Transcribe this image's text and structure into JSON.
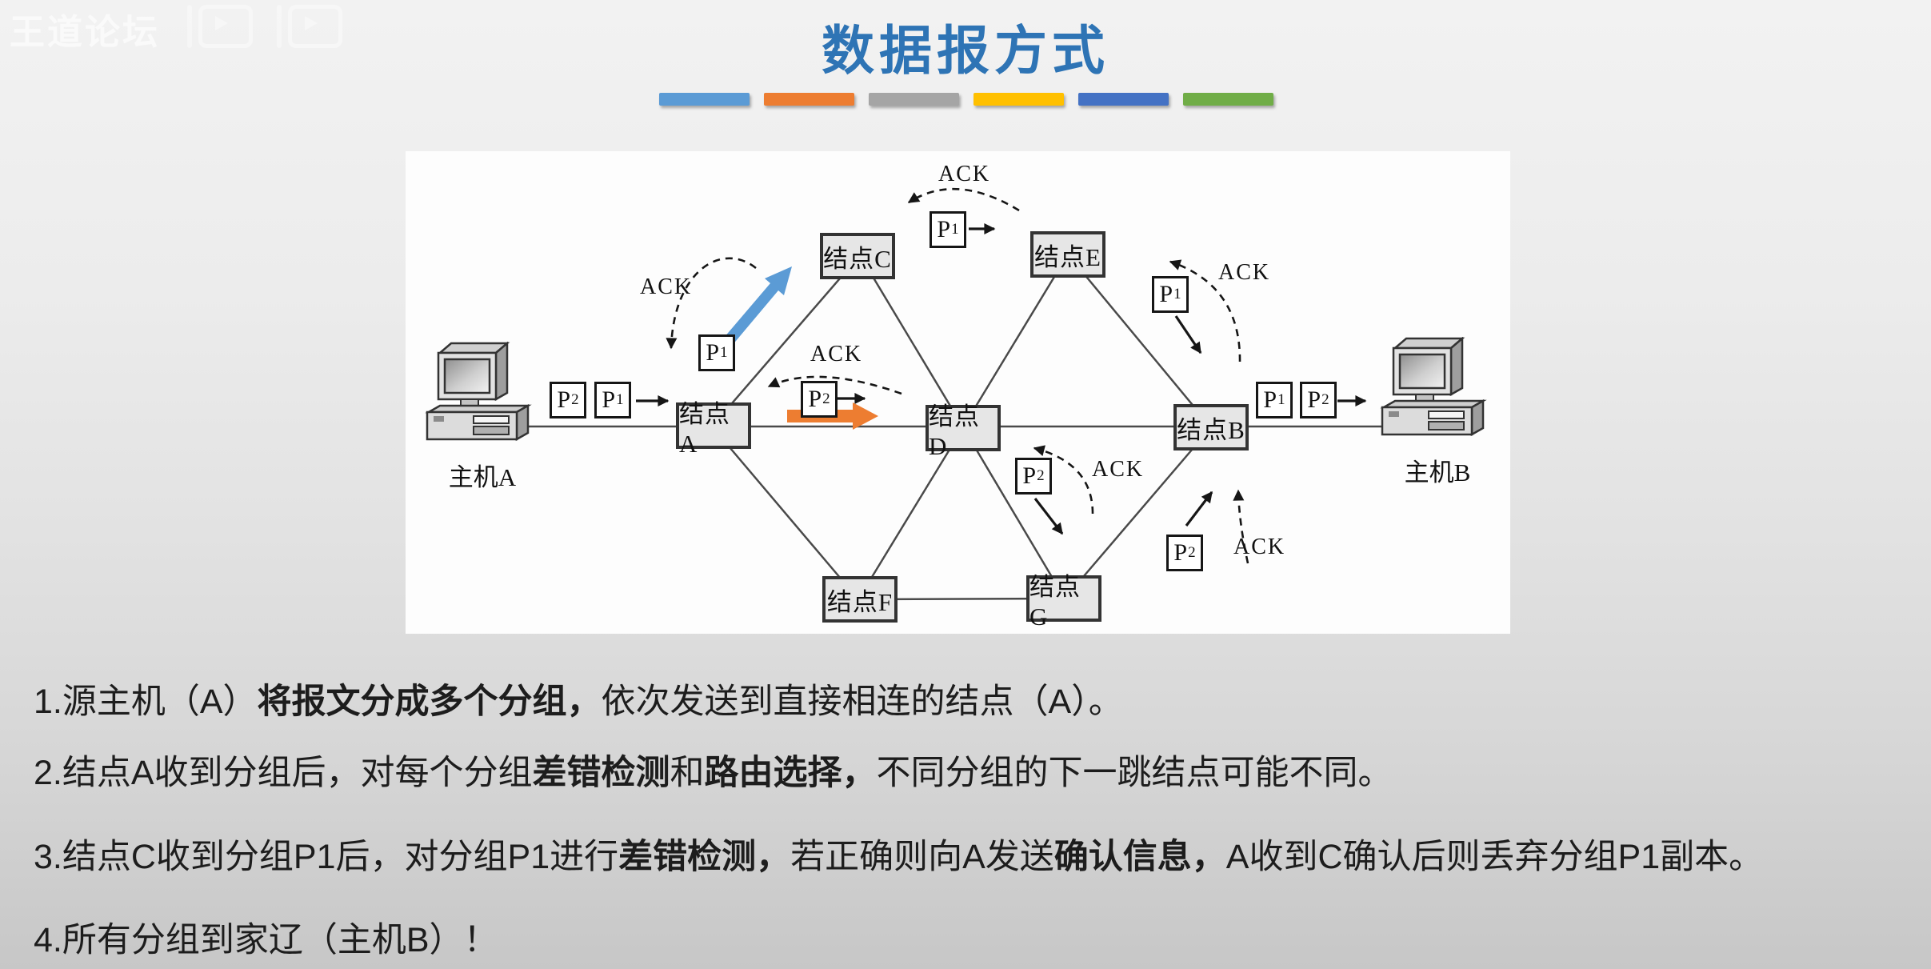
{
  "watermark": {
    "brand": "王道论坛"
  },
  "header": {
    "title": "数据报方式",
    "accent_bars": [
      "#5b9bd5",
      "#ed7d31",
      "#a5a5a5",
      "#ffc000",
      "#4472c4",
      "#70ad47"
    ]
  },
  "diagram": {
    "hosts": {
      "a": "主机A",
      "b": "主机B"
    },
    "nodes": {
      "a": "结点A",
      "b": "结点B",
      "c": "结点C",
      "d": "结点D",
      "e": "结点E",
      "f": "结点F",
      "g": "结点G"
    },
    "packet_p1": {
      "base": "P",
      "sub": "1"
    },
    "packet_p2": {
      "base": "P",
      "sub": "2"
    },
    "ack_label": "ACK",
    "colors": {
      "p1_path_arrow": "#5b9bd5",
      "p2_path_arrow": "#ed7d31"
    }
  },
  "notes": [
    {
      "segments": [
        {
          "text": "1.源主机（A）",
          "bold": false
        },
        {
          "text": "将报文分成多个分组，",
          "bold": true
        },
        {
          "text": "依次发送到直接相连的结点（A）。",
          "bold": false
        }
      ]
    },
    {
      "segments": [
        {
          "text": "2.结点A收到分组后，对每个分组",
          "bold": false
        },
        {
          "text": "差错检测",
          "bold": true
        },
        {
          "text": "和",
          "bold": false
        },
        {
          "text": "路由选择，",
          "bold": true
        },
        {
          "text": "不同分组的下一跳结点可能不同。",
          "bold": false
        }
      ]
    },
    {
      "segments": [
        {
          "text": "3.结点C收到分组P1后，对分组P1进行",
          "bold": false
        },
        {
          "text": "差错检测，",
          "bold": true
        },
        {
          "text": "若正确则向A发送",
          "bold": false
        },
        {
          "text": "确认信息，",
          "bold": true
        },
        {
          "text": "A收到C确认后则丢弃分组P1副本。",
          "bold": false
        }
      ]
    },
    {
      "segments": [
        {
          "text": "4.所有分组到家辽（主机B）！",
          "bold": false
        }
      ]
    }
  ]
}
